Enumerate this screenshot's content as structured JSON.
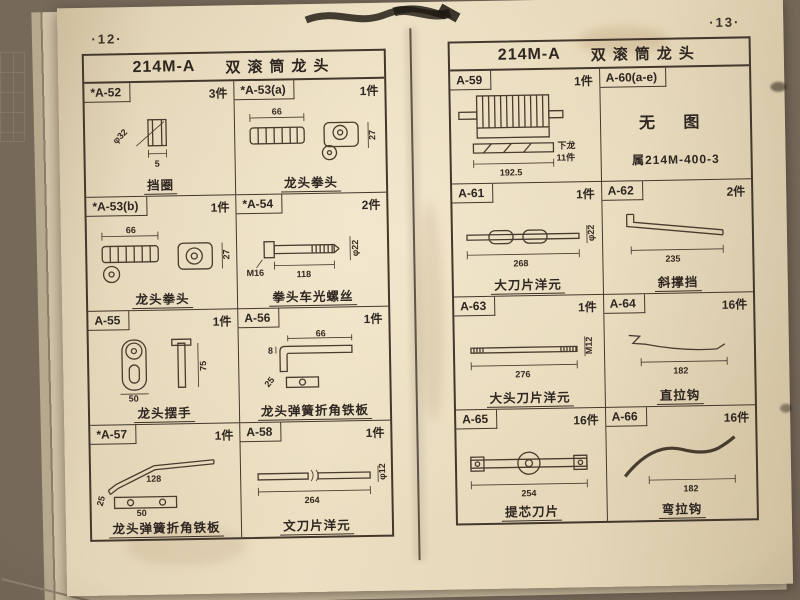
{
  "scan": {
    "left_page_no": "·12·",
    "right_page_no": "·13·"
  },
  "left_page": {
    "title_code": "214M-A",
    "title_name": "双滚筒龙头",
    "cells": [
      {
        "no": "*A-52",
        "qty": "3件",
        "name": "挡圈",
        "dims": [
          "φ32",
          "5"
        ]
      },
      {
        "no": "*A-53(a)",
        "qty": "1件",
        "name": "龙头拳头",
        "dims": [
          "66",
          "27"
        ]
      },
      {
        "no": "*A-53(b)",
        "qty": "1件",
        "name": "龙头拳头",
        "dims": [
          "66",
          "27"
        ]
      },
      {
        "no": "*A-54",
        "qty": "2件",
        "name": "拳头车光螺丝",
        "dims": [
          "M16",
          "118",
          "φ22"
        ]
      },
      {
        "no": "A-55",
        "qty": "1件",
        "name": "龙头摆手",
        "dims": [
          "75",
          "50"
        ]
      },
      {
        "no": "A-56",
        "qty": "1件",
        "name": "龙头弹簧折角铁板",
        "dims": [
          "66",
          "8",
          "25"
        ]
      },
      {
        "no": "*A-57",
        "qty": "1件",
        "name": "龙头弹簧折角铁板",
        "dims": [
          "128",
          "25",
          "50"
        ]
      },
      {
        "no": "A-58",
        "qty": "1件",
        "name": "文刀片洋元",
        "dims": [
          "264",
          "φ12"
        ]
      }
    ]
  },
  "right_page": {
    "title_code": "214M-A",
    "title_name": "双滚筒龙头",
    "cells": [
      {
        "no": "A-59",
        "qty": "1件",
        "name": "",
        "dims": [
          "192.5"
        ],
        "notes": [
          "下龙",
          "11件"
        ]
      },
      {
        "no": "A-60(a-e)",
        "qty": "",
        "name": "",
        "dims": [],
        "no_figure": "无 图",
        "belongs": "属214M-400-3"
      },
      {
        "no": "A-61",
        "qty": "1件",
        "name": "大刀片洋元",
        "dims": [
          "268",
          "φ22"
        ]
      },
      {
        "no": "A-62",
        "qty": "2件",
        "name": "斜撑挡",
        "dims": [
          "235"
        ]
      },
      {
        "no": "A-63",
        "qty": "1件",
        "name": "大头刀片洋元",
        "dims": [
          "276",
          "M12"
        ]
      },
      {
        "no": "A-64",
        "qty": "16件",
        "name": "直拉钩",
        "dims": [
          "182"
        ]
      },
      {
        "no": "A-65",
        "qty": "16件",
        "name": "提芯刀片",
        "dims": [
          "254"
        ]
      },
      {
        "no": "A-66",
        "qty": "16件",
        "name": "弯拉钩",
        "dims": [
          "182"
        ]
      }
    ]
  }
}
